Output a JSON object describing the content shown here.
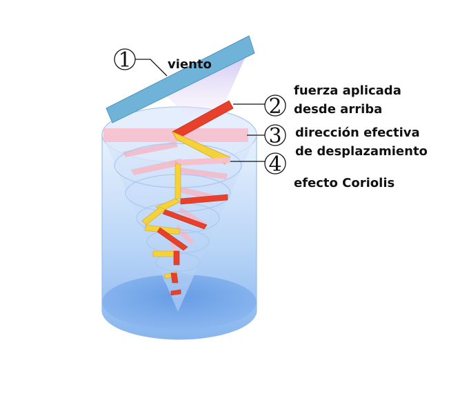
{
  "labels": {
    "viento": "viento",
    "fuerza_line1": "fuerza aplicada",
    "fuerza_line2": "desde arriba",
    "direccion_line1": "dirección efectiva",
    "direccion_line2": "de desplazamiento",
    "coriolis": "efecto Coriolis"
  },
  "markers": {
    "m1": "1",
    "m2": "2",
    "m3": "3",
    "m4": "4"
  },
  "colors": {
    "wind_plate": "#6fb3d8",
    "cylinder": "#9cc3ef",
    "force": "#e8402a",
    "effective": "#f6d23a",
    "direction_band": "#f6c0cd"
  }
}
